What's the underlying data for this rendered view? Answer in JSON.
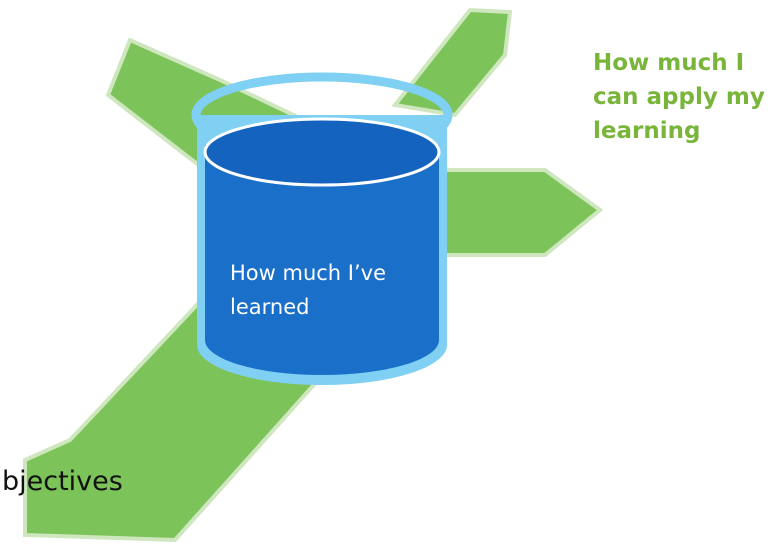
{
  "diagram": {
    "apply_label": {
      "lines": [
        "How much I",
        "can apply my",
        "learning"
      ]
    },
    "learned_label": {
      "lines": [
        "How much I’ve",
        "learned"
      ]
    },
    "bottom_text": "bjectives",
    "colors": {
      "arrow_green": "#7cc35a",
      "arrow_border": "#cfe7bf",
      "barrel_blue": "#1a6fc8",
      "barrel_top": "#1363bf",
      "barrel_rim": "#7fd0f3",
      "apply_text": "#79b53a",
      "learned_text": "#ffffff"
    }
  }
}
